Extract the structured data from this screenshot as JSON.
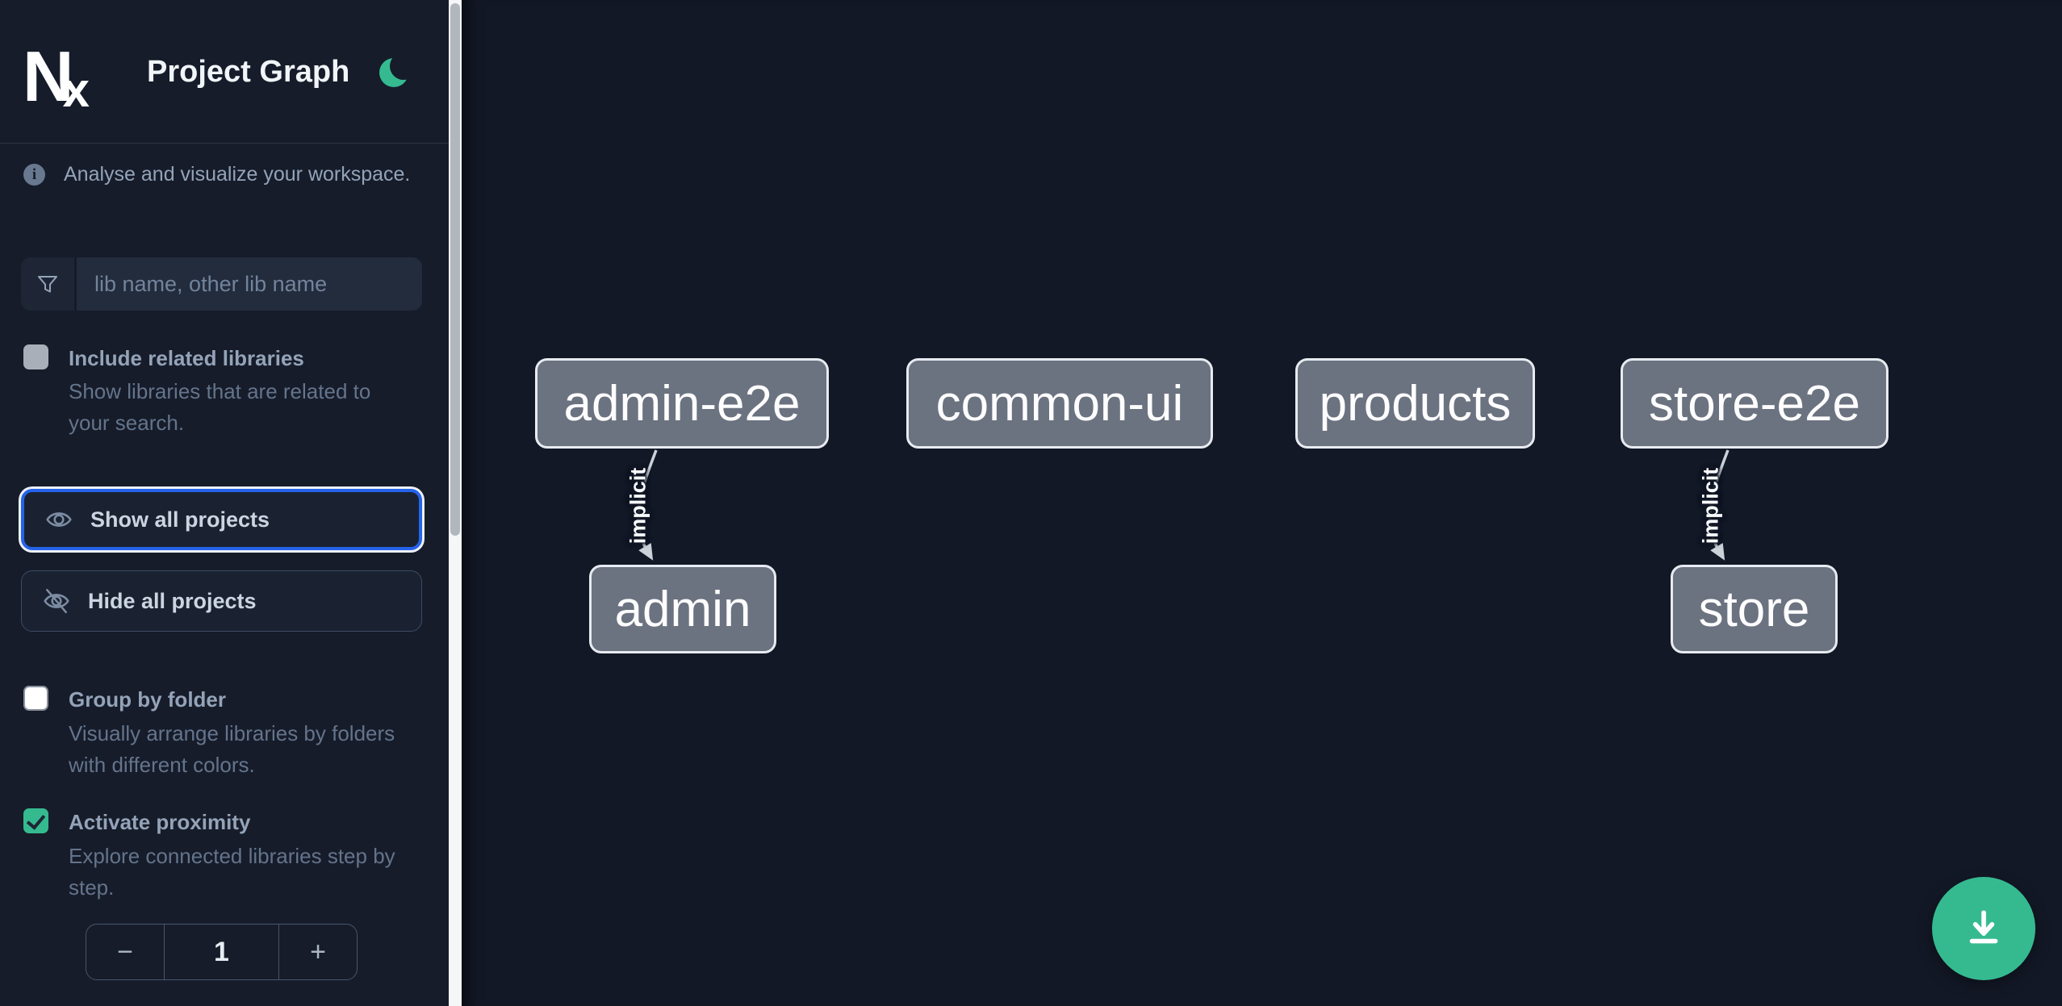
{
  "app": {
    "title": "Project Graph",
    "theme_icon": "moon-icon",
    "colors": {
      "accent_green": "#35BA90",
      "focus_blue": "#2563EB",
      "sidebar_bg": "#161C2A",
      "canvas_bg": "#131826",
      "node_fill": "#6B7280",
      "node_border": "#E7EBF1",
      "edge_color": "#CBD2DA"
    }
  },
  "sidebar": {
    "info_text": "Analyse and visualize your workspace.",
    "search": {
      "placeholder": "lib name, other lib name",
      "value": "",
      "icon": "filter-funnel-icon"
    },
    "include_related": {
      "label": "Include related libraries",
      "description": "Show libraries that are related to your search.",
      "checked": false
    },
    "show_all_label": "Show all projects",
    "hide_all_label": "Hide all projects",
    "group_folder": {
      "label": "Group by folder",
      "description": "Visually arrange libraries by folders with different colors.",
      "checked": false
    },
    "proximity": {
      "label": "Activate proximity",
      "description": "Explore connected libraries step by step.",
      "checked": true
    },
    "stepper": {
      "decrement": "−",
      "value": "1",
      "increment": "+"
    }
  },
  "graph": {
    "nodes": [
      {
        "label": "admin-e2e"
      },
      {
        "label": "common-ui"
      },
      {
        "label": "products"
      },
      {
        "label": "store-e2e"
      },
      {
        "label": "admin"
      },
      {
        "label": "store"
      }
    ],
    "edges": [
      {
        "from": "admin-e2e",
        "to": "admin",
        "label": "implicit"
      },
      {
        "from": "store-e2e",
        "to": "store",
        "label": "implicit"
      }
    ]
  },
  "fab": {
    "icon": "download-icon"
  }
}
